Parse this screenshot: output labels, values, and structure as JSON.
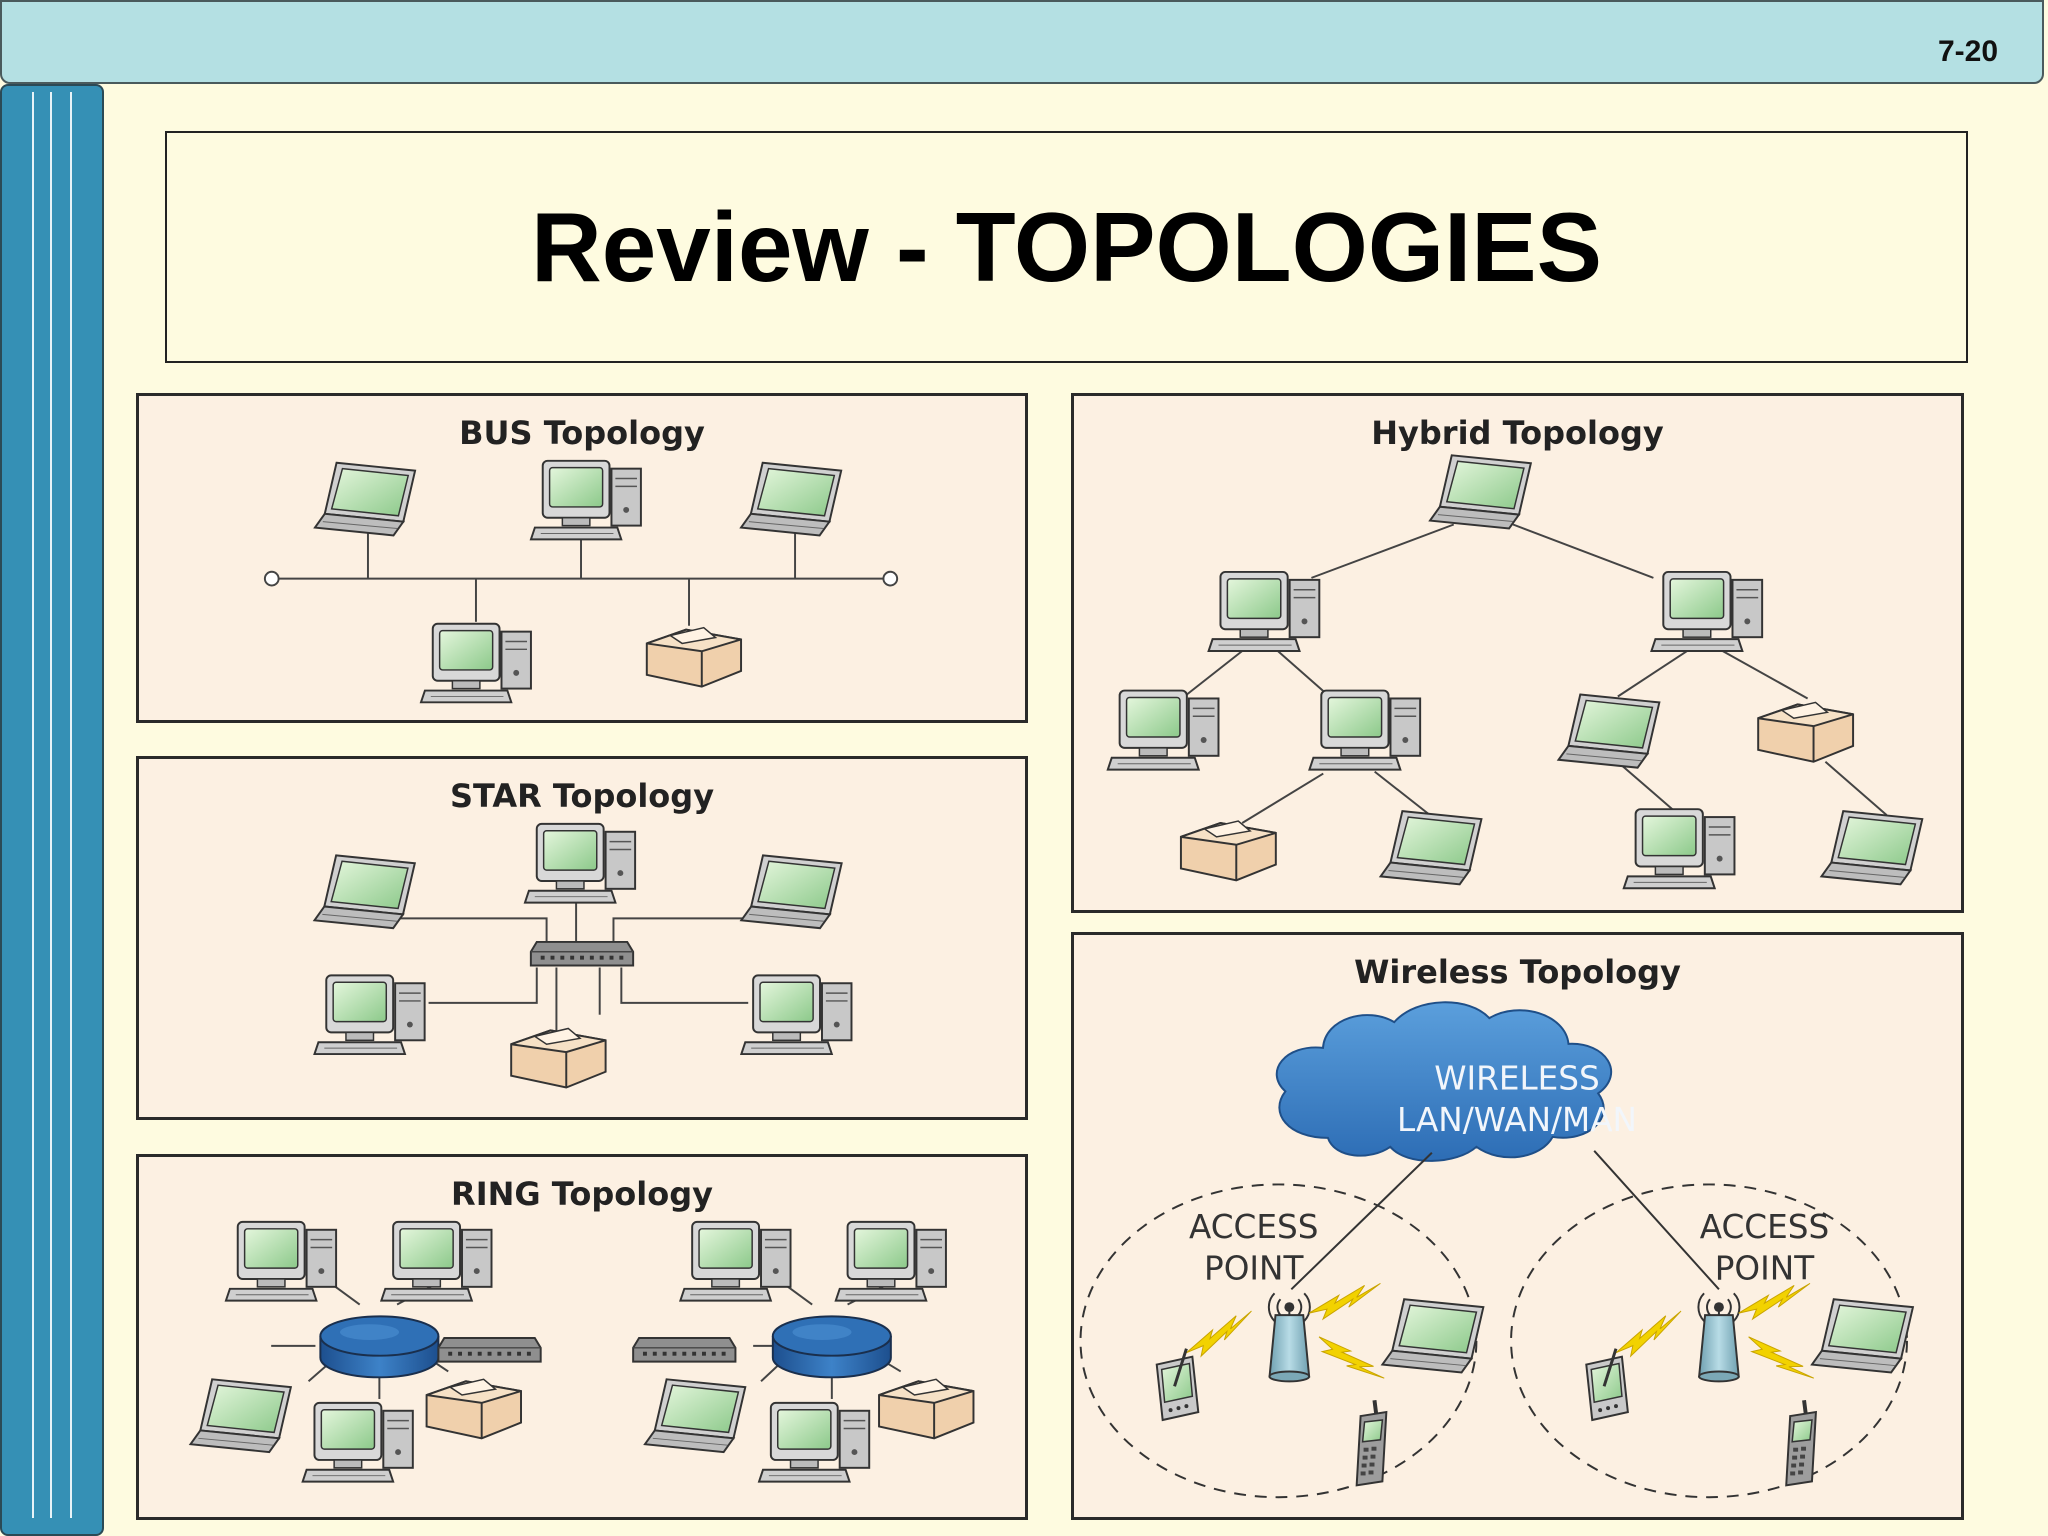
{
  "slide": {
    "number": "7-20",
    "title": "Review - TOPOLOGIES"
  },
  "panels": {
    "bus": {
      "title": "BUS Topology"
    },
    "star": {
      "title": "STAR Topology"
    },
    "ring": {
      "title": "RING Topology"
    },
    "hybrid": {
      "title": "Hybrid Topology"
    },
    "wireless": {
      "title": "Wireless Topology",
      "cloud_line1": "WIRELESS",
      "cloud_line2": "LAN/WAN/MAN",
      "ap_left_line1": "ACCESS",
      "ap_left_line2": "POINT",
      "ap_right_line1": "ACCESS",
      "ap_right_line2": "POINT"
    }
  },
  "colors": {
    "topbar": "#b4e0e3",
    "sidebar": "#3590b5",
    "background": "#fefbe0",
    "panel": "#fcf0e2",
    "cloud": "#3c7fc4",
    "ring_hub": "#2a64a6",
    "screen": "#a8d8a0",
    "lightning": "#f2d200"
  }
}
